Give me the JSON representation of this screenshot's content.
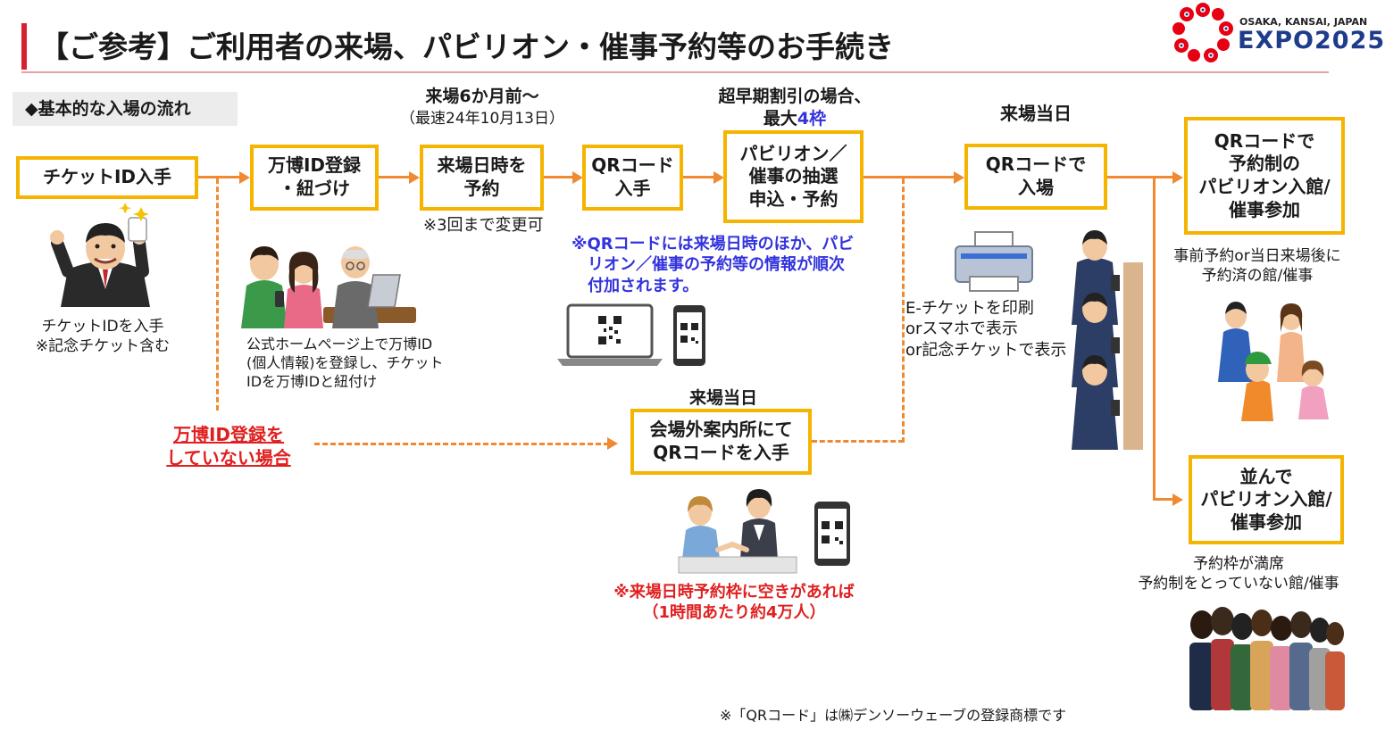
{
  "header": {
    "title": "【ご参考】ご利用者の来場、パビリオン・催事予約等のお手続き",
    "logo_small": "OSAKA, KANSAI, JAPAN",
    "logo_expo": "EXPO",
    "logo_year": "2025"
  },
  "section_label": "◆基本的な入場の流れ",
  "steps": {
    "ticket": "チケットID入手",
    "register": "万博ID登録\n・紐づけ",
    "reserve": "来場日時を\n予約",
    "qr_get": "QRコード\n入手",
    "lottery": "パビリオン／\n催事の抽選\n申込・予約",
    "enter": "QRコードで\n入場",
    "reserved": "QRコードで\n予約制の\nパビリオン入館/\n催事参加",
    "queue": "並んで\nパビリオン入館/\n催事参加",
    "onsite": "会場外案内所にて\nQRコードを入手"
  },
  "labels": {
    "six_months": "来場6か月前～",
    "earliest": "（最速24年10月13日）",
    "early_bird_1": "超早期割引の場合、",
    "early_bird_2": "最大",
    "early_bird_frames": "4枠",
    "day_of": "来場当日",
    "day_of_2": "来場当日",
    "change_limit": "※3回まで変更可",
    "qr_note": "※QRコードには来場日時のほか、パビ\n　リオン／催事の予約等の情報が順次\n　付加されます。",
    "ticket_caption": "チケットIDを入手\n※記念チケット含む",
    "register_caption": "公式ホームページ上で万博ID\n(個人情報)を登録し、チケット\nIDを万博IDと紐付け",
    "print_caption": "E-チケットを印刷\norスマホで表示\nor記念チケットで表示",
    "reserved_caption": "事前予約or当日来場後に\n予約済の館/催事",
    "queue_caption": "予約枠が満席\n予約制をとっていない館/催事",
    "not_registered": "万博ID登録を\nしていない場合",
    "onsite_note": "※来場日時予約枠に空きがあれば\n（1時間あたり約4万人）",
    "trademark": "※「QRコード」は㈱デンソーウェーブの登録商標です"
  },
  "icons": {
    "ticket_person": "cheering-man-with-ticket-icon",
    "family_pc": "family-registering-on-pc-icon",
    "laptop_qr": "laptop-qr-icon",
    "phone_qr": "phone-qr-icon",
    "printer": "printer-icon",
    "gate_queue": "people-scanning-at-gate-icon",
    "family_running": "family-running-icon",
    "crowd": "queue-crowd-icon",
    "info_desk": "information-desk-icon",
    "phone_qr_2": "phone-qr-icon"
  },
  "colors": {
    "accent_red": "#d7212e",
    "box_border": "#f5b400",
    "arrow": "#f08a32",
    "note_blue": "#3333dd",
    "note_red": "#e02020"
  }
}
